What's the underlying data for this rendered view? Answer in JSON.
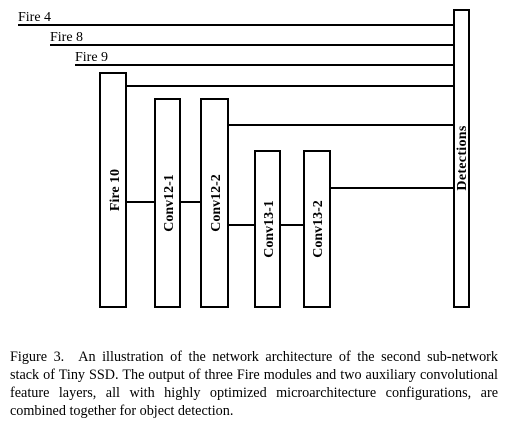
{
  "figure": {
    "fire_inputs": [
      "Fire 4",
      "Fire 8",
      "Fire 9"
    ],
    "blocks": {
      "fire10": "Fire 10",
      "conv12_1": "Conv12-1",
      "conv12_2": "Conv12-2",
      "conv13_1": "Conv13-1",
      "conv13_2": "Conv13-2",
      "detections": "Detections"
    }
  },
  "caption": {
    "label": "Figure 3.",
    "text": "An illustration of the network architecture of the second sub-network stack of Tiny SSD. The output of three Fire modules and two auxiliary convolutional feature layers, all with highly optimized microarchitecture configurations, are combined together for object detection."
  }
}
